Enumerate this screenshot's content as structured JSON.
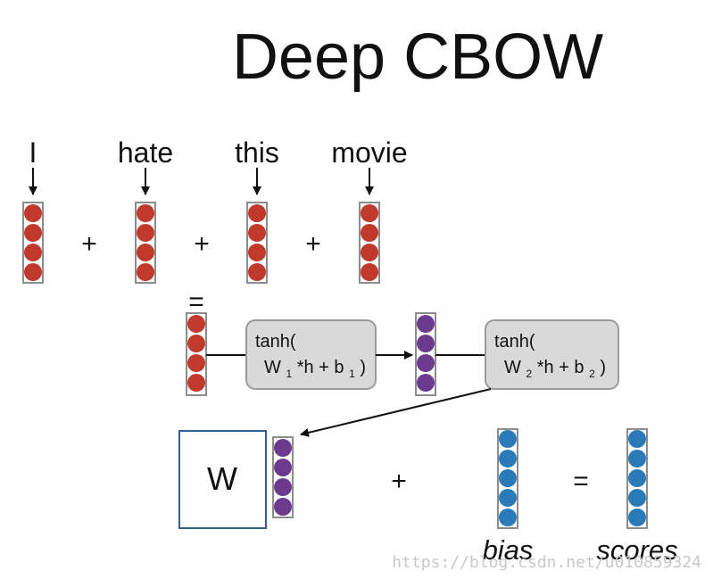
{
  "title": "Deep CBOW",
  "words": [
    "I",
    "hate",
    "this",
    "movie"
  ],
  "operators": {
    "plus": "+",
    "equals": "="
  },
  "layer1": {
    "line1": "tanh(",
    "line2_w": "W",
    "line2_sub": "1",
    "line2_mid": "*h + b",
    "line2_bsub": "1",
    "line2_end": ")"
  },
  "layer2": {
    "line1": "tanh(",
    "line2_w": "W",
    "line2_sub": "2",
    "line2_mid": "*h + b",
    "line2_bsub": "2",
    "line2_end": ")"
  },
  "matrix_label": "W",
  "bias_label": "bias",
  "scores_label": "scores",
  "watermark": "https://blog.csdn.net/u010859324",
  "colors": {
    "embedding": "#c0392b",
    "hidden": "#6c3b8e",
    "output": "#2a7ab8",
    "box_fill": "#d9d9d9",
    "box_stroke": "#9a9a9a",
    "matrix_stroke": "#2e5f95"
  }
}
